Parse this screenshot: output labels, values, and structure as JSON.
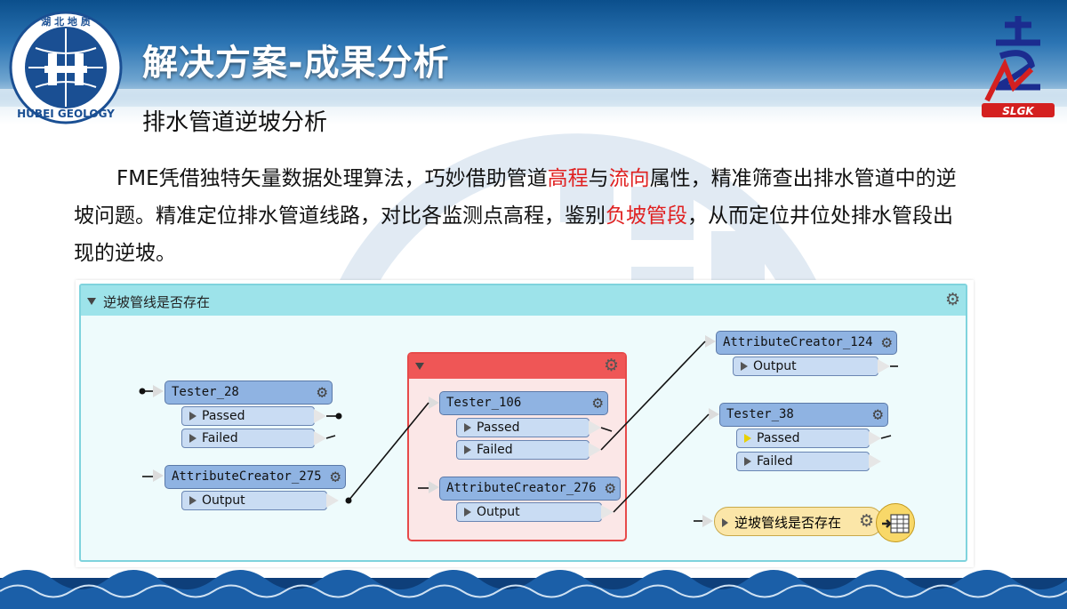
{
  "slide": {
    "title": "解决方案-成果分析",
    "subtitle": "排水管道逆坡分析",
    "paragraph": {
      "p1": "FME凭借独特矢量数据处理算法，巧妙借助管道",
      "h1": "高程",
      "p2": "与",
      "h2": "流向",
      "p3": "属性，精准筛查出排水管道中的逆坡问题。精准定位排水管道线路，对比各监测点高程，鉴别",
      "h3": "负坡管段",
      "p4": "，从而定位井位处排水管段出现的逆坡。"
    },
    "logo_left": {
      "ring_text": "HUBEI GEOLOGY",
      "top_text": "湖 北 地 质"
    },
    "logo_right": {
      "text": "SLGK"
    },
    "colors": {
      "highlight": "#e02020",
      "bookmark": "#9de3ea",
      "red_bookmark": "#ef5656",
      "node": "#8fb3e2"
    }
  },
  "workspace": {
    "bookmark_title": "逆坡管线是否存在",
    "nodes": {
      "tester28": {
        "name": "Tester_28",
        "ports": [
          "Passed",
          "Failed"
        ]
      },
      "ac275": {
        "name": "AttributeCreator_275",
        "ports": [
          "Output"
        ]
      },
      "tester106": {
        "name": "Tester_106",
        "ports": [
          "Passed",
          "Failed"
        ]
      },
      "ac276": {
        "name": "AttributeCreator_276",
        "ports": [
          "Output"
        ]
      },
      "ac124": {
        "name": "AttributeCreator_124",
        "ports": [
          "Output"
        ]
      },
      "tester38": {
        "name": "Tester_38",
        "ports": [
          "Passed",
          "Failed"
        ]
      }
    },
    "writer": {
      "name": "逆坡管线是否存在"
    }
  }
}
